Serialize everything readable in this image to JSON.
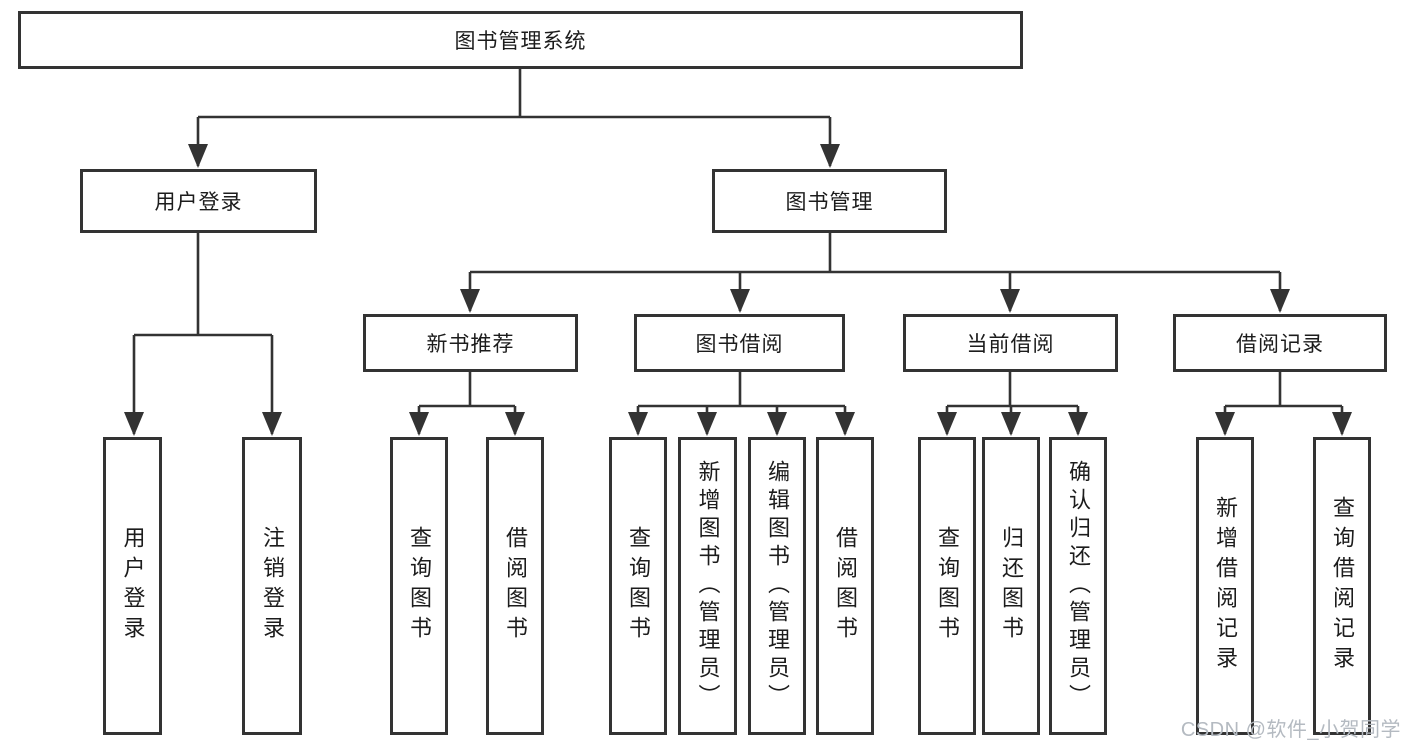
{
  "diagram_title": "图书管理系统",
  "watermark": "CSDN @软件_小贺同学",
  "colors": {
    "background": "#ffffff",
    "box_border": "#333333",
    "line": "#333333",
    "text": "#1c1c1c",
    "watermark": "#b4bac1"
  },
  "nodes": {
    "root": "图书管理系统",
    "level2": {
      "user_login": "用户登录",
      "book_mgmt": "图书管理"
    },
    "level3": {
      "new_books": "新书推荐",
      "book_borrow": "图书借阅",
      "current_borrow": "当前借阅",
      "borrow_records": "借阅记录"
    },
    "leaves": {
      "user_login": "用户登录",
      "logout": "注销登录",
      "nb_query": "查询图书",
      "nb_borrow": "借阅图书",
      "bb_query": "查询图书",
      "bb_add": "新增图书（管理员）",
      "bb_edit": "编辑图书（管理员）",
      "bb_borrow": "借阅图书",
      "cb_query": "查询图书",
      "cb_return": "归还图书",
      "cb_confirm": "确认归还（管理员）",
      "br_add": "新增借阅记录",
      "br_query": "查询借阅记录"
    }
  }
}
